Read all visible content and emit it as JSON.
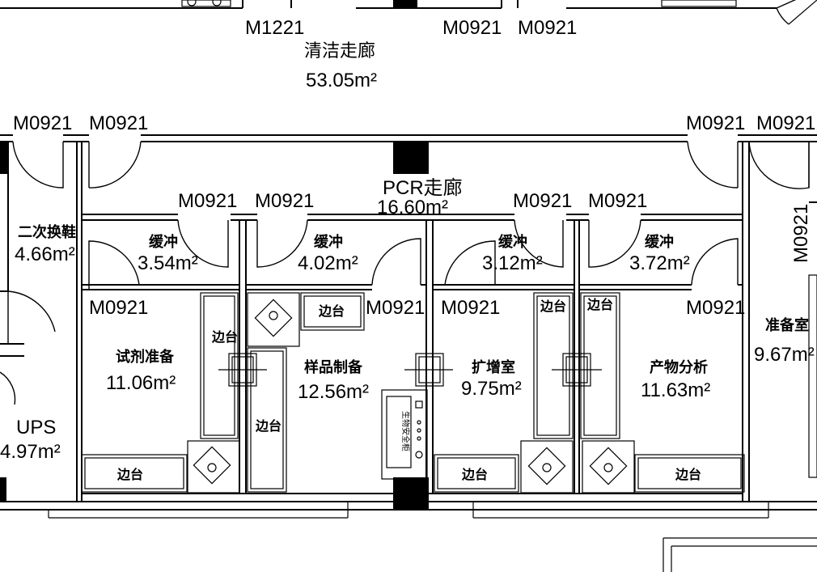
{
  "doors": {
    "d1": "M1221",
    "d2": "M0921",
    "d3": "M0921",
    "d4": "M0921",
    "d5": "M0921",
    "d6": "M0921",
    "d7": "M0921",
    "d8": "M0921",
    "d9": "M0921",
    "d10": "M0921",
    "d11": "M0921",
    "d12": "M0921",
    "d13": "M0921",
    "d14": "M0921",
    "d15": "M0921",
    "d16": "M0921"
  },
  "rooms": {
    "clean_corridor": {
      "name": "清洁走廊",
      "area": "53.05m²"
    },
    "pcr_corridor": {
      "name": "PCR走廊",
      "area": "16.60m²"
    },
    "shoe_change": {
      "name": "二次换鞋",
      "area": "4.66m²"
    },
    "buffer1": {
      "name": "缓冲",
      "area": "3.54m²"
    },
    "buffer2": {
      "name": "缓冲",
      "area": "4.02m²"
    },
    "buffer3": {
      "name": "缓冲",
      "area": "3.12m²"
    },
    "buffer4": {
      "name": "缓冲",
      "area": "3.72m²"
    },
    "reagent_prep": {
      "name": "试剂准备",
      "area": "11.06m²"
    },
    "sample_prep": {
      "name": "样品制备",
      "area": "12.56m²"
    },
    "amplification": {
      "name": "扩增室",
      "area": "9.75m²"
    },
    "product_analysis": {
      "name": "产物分析",
      "area": "11.63m²"
    },
    "prep_room": {
      "name": "准备室",
      "area": "9.67m²"
    },
    "ups": {
      "name": "UPS",
      "area": "4.97m²"
    }
  },
  "labels": {
    "bench": "边台",
    "biosafety_cabinet": "生物安全柜"
  }
}
